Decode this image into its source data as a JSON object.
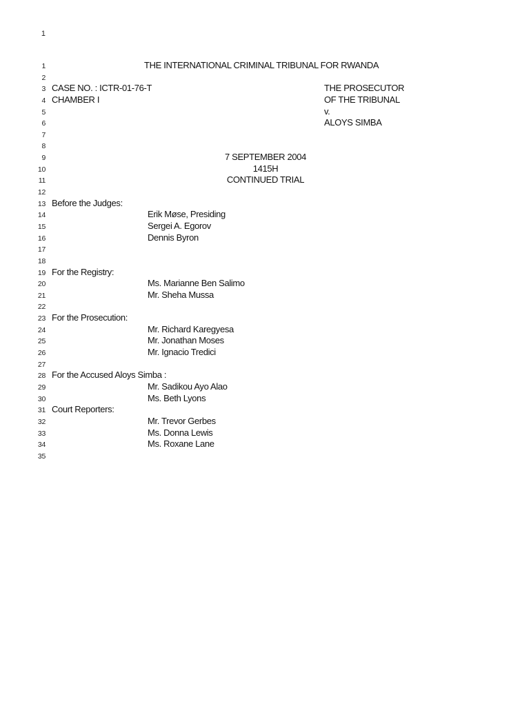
{
  "page": {
    "number": "1"
  },
  "header": {
    "title": "THE INTERNATIONAL CRIMINAL TRIBUNAL FOR RWANDA",
    "case_no": "CASE NO. : ICTR-01-76-T",
    "chamber": "CHAMBER I",
    "parties": [
      "THE PROSECUTOR",
      "OF THE TRIBUNAL",
      "v.",
      "ALOYS SIMBA"
    ]
  },
  "session": {
    "date": "7 SEPTEMBER 2004",
    "time": "1415H",
    "type": "CONTINUED TRIAL"
  },
  "judges": {
    "label": "Before the Judges:",
    "names": [
      "Erik Møse, Presiding",
      "Sergei A. Egorov",
      "Dennis Byron"
    ]
  },
  "registry": {
    "label": "For the Registry:",
    "names": [
      "Ms. Marianne Ben Salimo",
      "Mr. Sheha Mussa"
    ]
  },
  "prosecution": {
    "label": "For the Prosecution:",
    "names": [
      "Mr. Richard Karegyesa",
      "Mr. Jonathan Moses",
      "Mr. Ignacio Tredici"
    ]
  },
  "defence": {
    "label": "For the Accused Aloys Simba :",
    "names": [
      "Mr. Sadikou Ayo Alao",
      "Ms. Beth Lyons"
    ]
  },
  "reporters": {
    "label": "Court Reporters:",
    "names": [
      "Mr. Trevor Gerbes",
      "Ms. Donna Lewis",
      "Ms. Roxane Lane"
    ]
  },
  "line_numbers": [
    "1",
    "2",
    "3",
    "4",
    "5",
    "6",
    "7",
    "8",
    "9",
    "10",
    "11",
    "12",
    "13",
    "14",
    "15",
    "16",
    "17",
    "18",
    "19",
    "20",
    "21",
    "22",
    "23",
    "24",
    "25",
    "26",
    "27",
    "28",
    "29",
    "30",
    "31",
    "32",
    "33",
    "34",
    "35"
  ]
}
